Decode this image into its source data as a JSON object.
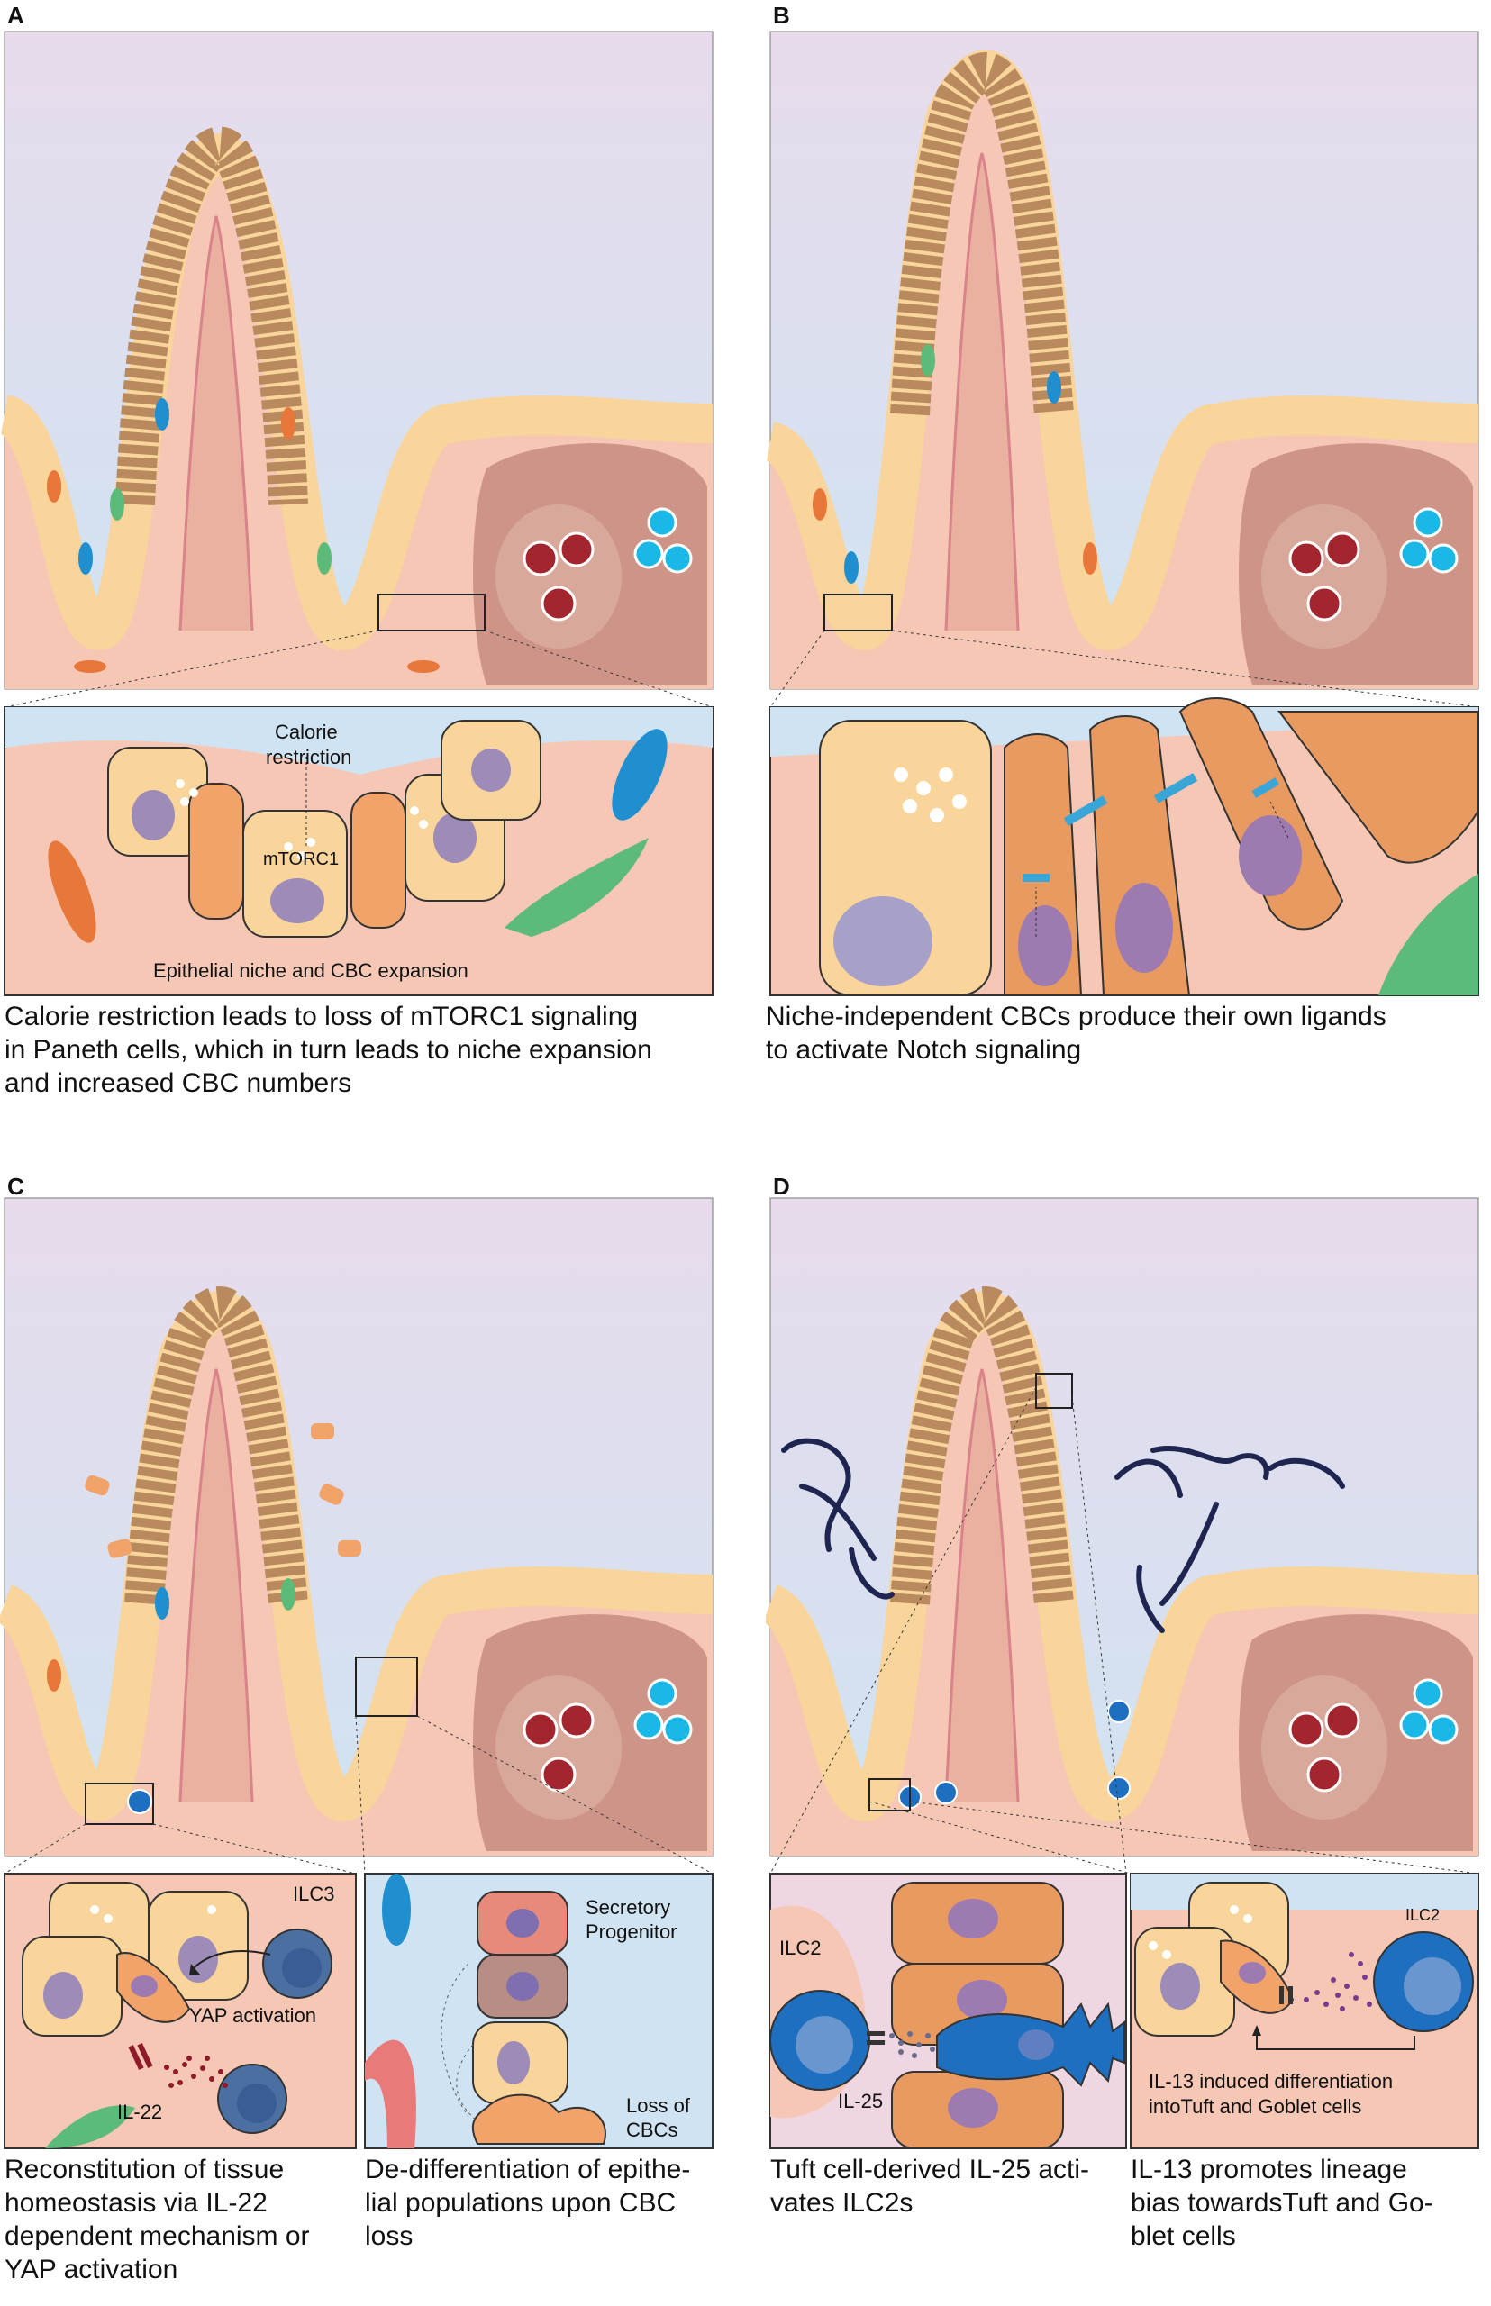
{
  "colors": {
    "sky_top": "#e8dcec",
    "sky_bottom": "#cfe3f2",
    "tissue": "#f6c7b5",
    "lamina": "#eab0a0",
    "paneth": "#f9d49b",
    "cbc": "#f2a36a",
    "nucleus": "#9d8bb8",
    "enterocyte_top": "#b98a5d",
    "stroma_green": "#5dbb7a",
    "stroma_blue": "#1f8fcf",
    "stroma_orange": "#e8773a",
    "peyer": "#c58b7f",
    "ilc": "#1e6fc0",
    "worm": "#1e2550"
  },
  "icons": [
    "villus-crypt-diagram",
    "paneth-cell",
    "cbc-stem-cell",
    "ilc3-cell",
    "ilc2-cell",
    "tuft-cell",
    "helminth-worm",
    "peyer-patch",
    "notch-ligand"
  ],
  "panels": {
    "a": {
      "letter": "A",
      "labels": {
        "calorie": "Calorie",
        "restriction": "restriction",
        "mtorc1": "mTORC1",
        "niche": "Epithelial niche and CBC expansion"
      },
      "caption": [
        "Calorie restriction leads to loss of mTORC1 signaling",
        "in Paneth cells, which in turn leads to niche expansion",
        "and increased CBC numbers"
      ]
    },
    "b": {
      "letter": "B",
      "caption": [
        "Niche-independent CBCs produce their own ligands",
        "to activate Notch signaling"
      ]
    },
    "c": {
      "letter": "C",
      "labels": {
        "ilc3": "ILC3",
        "yap": "YAP activation",
        "il22": "IL-22",
        "secretory": "Secretory",
        "progenitor": "Progenitor",
        "loss": "Loss of",
        "cbcs": "CBCs"
      },
      "caption_left": [
        "Reconstitution of tissue",
        "homeostasis via IL-22",
        "dependent mechanism or",
        "YAP activation"
      ],
      "caption_right": [
        "De-differentiation of epithe-",
        "lial populations upon CBC",
        "loss"
      ]
    },
    "d": {
      "letter": "D",
      "labels": {
        "ilc2_left": "ILC2",
        "il25": "IL-25",
        "ilc2_right": "ILC2",
        "il13_line1": "IL-13 induced differentiation",
        "il13_line2": "intoTuft and Goblet cells"
      },
      "caption_left": [
        "Tuft cell-derived IL-25 acti-",
        "vates ILC2s"
      ],
      "caption_right": [
        "IL-13 promotes lineage",
        "bias towardsTuft and Go-",
        "blet cells"
      ]
    }
  }
}
